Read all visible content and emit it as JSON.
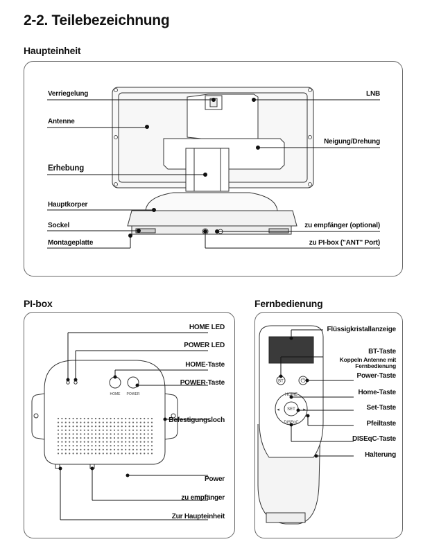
{
  "page_title": "2-2. Teilebezeichnung",
  "sections": {
    "main_unit": {
      "title": "Haupteinheit",
      "labels": {
        "lock": "Verriegelung",
        "antenna": "Antenne",
        "elevation": "Erhebung",
        "main_body": "Hauptkorper",
        "base": "Sockel",
        "mounting_plate": "Montageplatte",
        "lnb": "LNB",
        "tilt_rotation": "Neigung/Drehung",
        "to_receiver_optional": "zu empfänger (optional)",
        "to_pi_box": "zu PI-box (\"ANT\" Port)"
      }
    },
    "pi_box": {
      "title": "PI-box",
      "labels": {
        "home_led": "HOME LED",
        "power_led": "POWER LED",
        "home_button": "HOME-Taste",
        "power_button": "POWER-Taste",
        "mounting_hole": "Befestigungsloch",
        "power": "Power",
        "to_receiver": "zu empfänger",
        "to_main_unit": "Zur Haupteinheit"
      },
      "button_captions": {
        "home": "HOME",
        "power": "POWER"
      }
    },
    "remote": {
      "title": "Fernbedienung",
      "labels": {
        "lcd": "Flüssigkristallanzeige",
        "bt_button": "BT-Taste",
        "bt_subtext_1": "Koppeln Antenne mit",
        "bt_subtext_2": "Fernbedienung",
        "power_button": "Power-Taste",
        "home_button": "Home-Taste",
        "set_button": "Set-Taste",
        "arrow_button": "Pfeiltaste",
        "diseqc_button": "DISEqC-Taste",
        "holder": "Halterung"
      },
      "button_captions": {
        "bt": "BT",
        "home": "HOME",
        "set": "SET",
        "diseqc": "DiSEqC"
      }
    }
  }
}
